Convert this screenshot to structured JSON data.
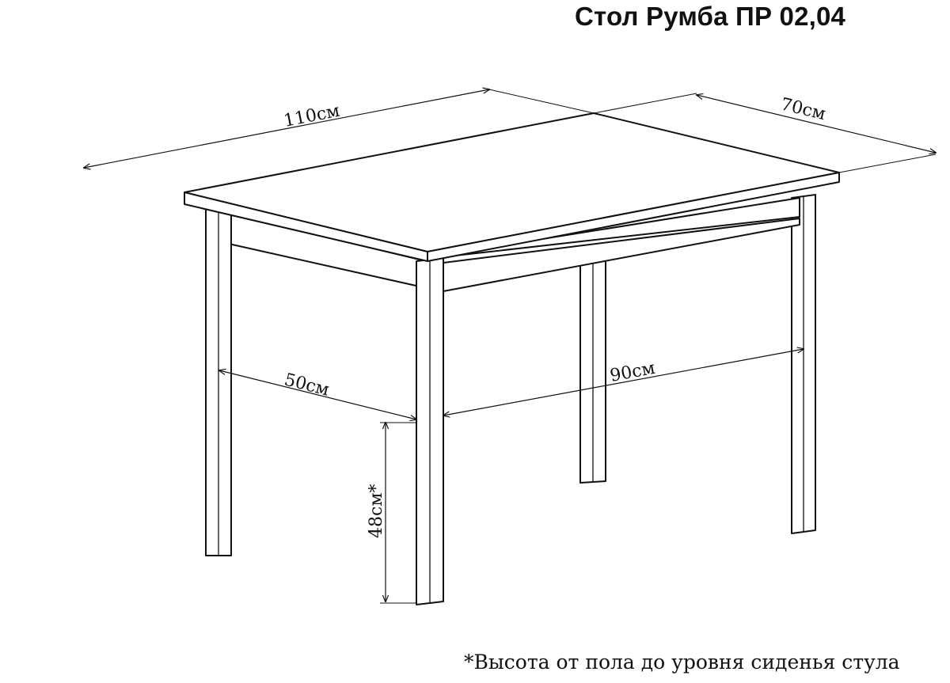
{
  "title": "Стол Румба ПР 02,04",
  "dimensions": {
    "length": "110см",
    "width": "70см",
    "leg_span_short": "50см",
    "leg_span_long": "90см",
    "seat_height": "48см*"
  },
  "footnote": "*Высота от пола до уровня сиденья стула",
  "colors": {
    "line": "#111111",
    "background": "#ffffff"
  }
}
